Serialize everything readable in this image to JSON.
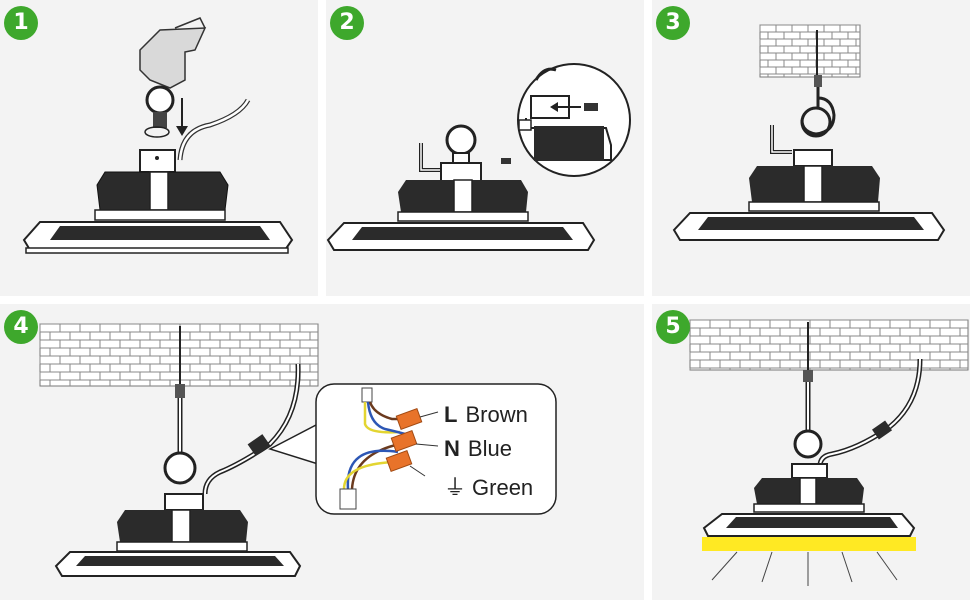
{
  "badge_color": "#3ea82c",
  "steps": [
    {
      "number": "1"
    },
    {
      "number": "2"
    },
    {
      "number": "3"
    },
    {
      "number": "4"
    },
    {
      "number": "5"
    }
  ],
  "wiring": {
    "live": {
      "letter": "L",
      "color_name": "Brown"
    },
    "neutral": {
      "letter": "N",
      "color_name": "Blue"
    },
    "ground": {
      "symbol": "⏚",
      "color_name": "Green"
    }
  },
  "colors": {
    "connector": "#e8732a",
    "light_glow": "#ffe923",
    "wire_brown": "#6b3a1e",
    "wire_blue": "#2d57b5",
    "wire_yellow": "#e3d531"
  }
}
